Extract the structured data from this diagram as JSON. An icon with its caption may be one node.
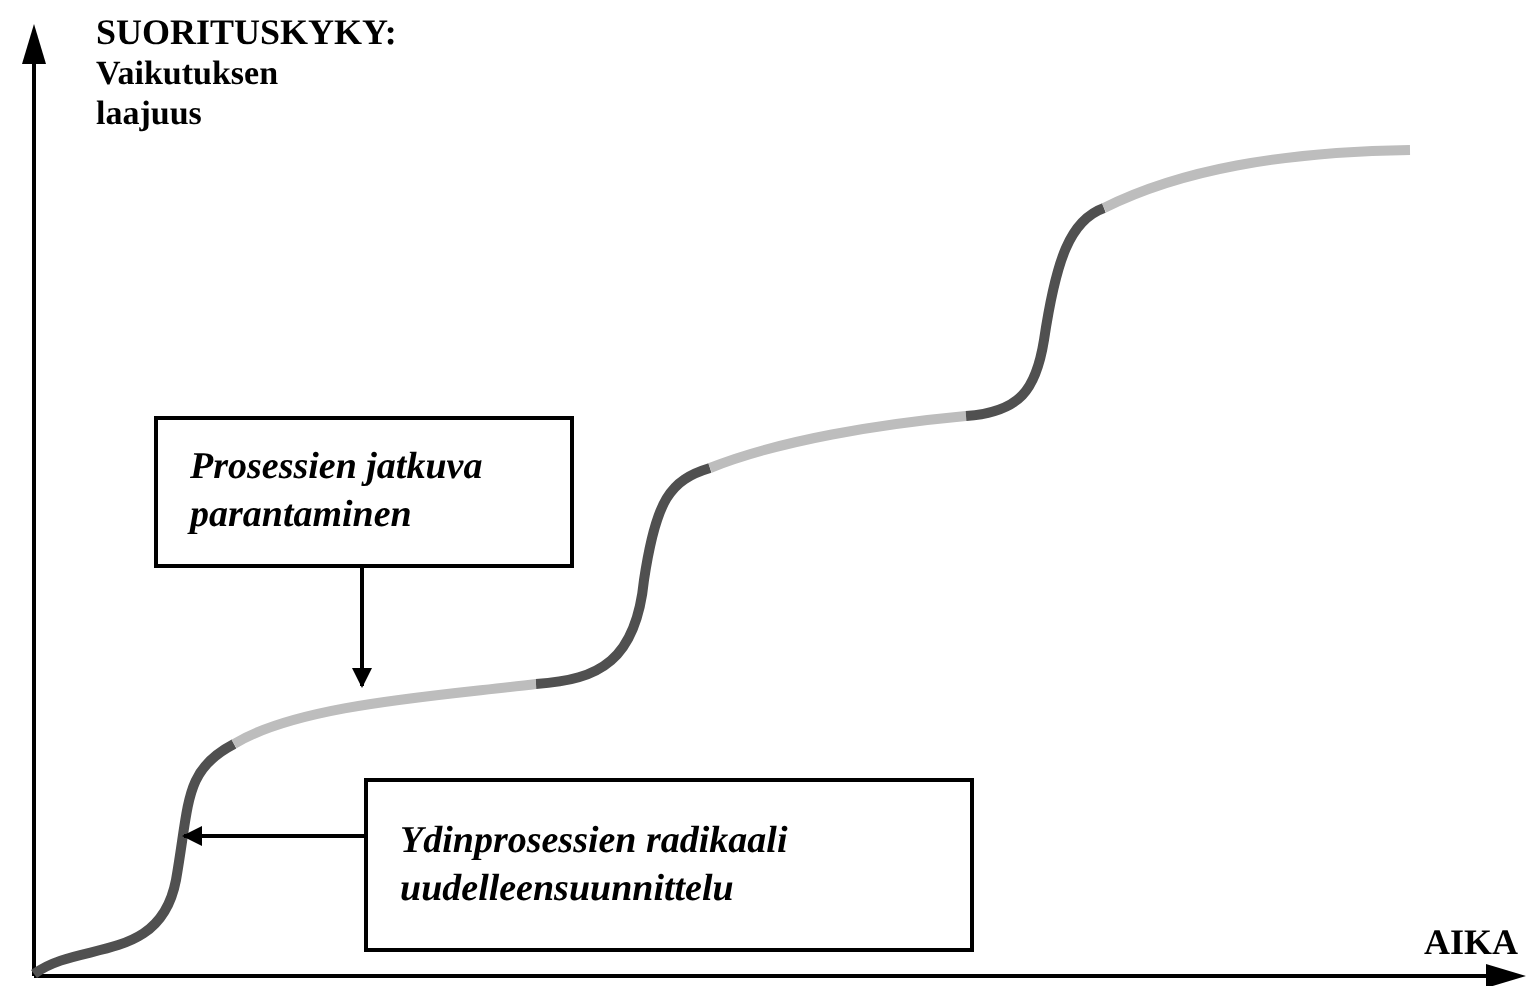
{
  "diagram": {
    "nodes": [
      {
        "text": [
          "Prosessien jatkuva parantaminen"
        ]
      },
      {
        "text": [
          "Ydinprosessien radikaali uudelleensuunnittelu"
        ]
      }
    ],
    "edges": [
      {
        "from": 0,
        "to": null,
        "arrow": "to"
      },
      {
        "from": 1,
        "to": null,
        "arrow": "to"
      }
    ],
    "labels": [
      "SUORITUSKYKY:",
      "Vaikutuksen laajuus",
      "AIKA"
    ]
  }
}
